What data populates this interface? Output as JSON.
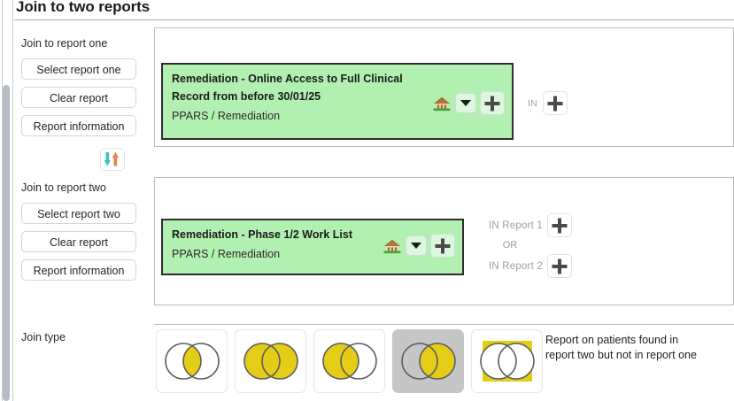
{
  "window": {
    "title": "Join to two reports"
  },
  "sidebar": {
    "group_one": {
      "label": "Join to report one",
      "select_button": "Select report one",
      "clear_button": "Clear report",
      "info_button": "Report information"
    },
    "swap": {
      "icon": "swap-vertical-arrows-icon",
      "down_arrow_color": "#3fc1bf",
      "up_arrow_color": "#ef8043"
    },
    "group_two": {
      "label": "Join to report two",
      "select_button": "Select report two",
      "clear_button": "Clear report",
      "info_button": "Report information"
    },
    "join_type_label": "Join type"
  },
  "report_one": {
    "title_line_1": "Remediation - Online Access to Full Clinical",
    "title_line_2": "Record from before 30/01/25",
    "subtitle": "PPARS / Remediation",
    "background_color": "#b2f0b2",
    "border_color": "#2e2e2e",
    "tools": {
      "source_icon": "hut-icon",
      "dropdown_icon": "chevron-down-icon",
      "add_icon": "plus-icon"
    },
    "connector": {
      "label": "IN",
      "add_icon": "plus-icon"
    }
  },
  "report_two": {
    "title_line_1": "Remediation - Phase 1/2 Work List",
    "subtitle": "PPARS / Remediation",
    "background_color": "#b2f0b2",
    "border_color": "#2e2e2e",
    "tools": {
      "source_icon": "hut-icon",
      "dropdown_icon": "chevron-down-icon",
      "add_icon": "plus-icon"
    },
    "connector": {
      "row_one_label": "IN Report 1",
      "operator_label": "OR",
      "row_two_label": "IN Report 2",
      "add_icon": "plus-icon"
    }
  },
  "join_type": {
    "accent_color": "#e3cd17",
    "selected_background": "#c6c6c6",
    "selected_index": 3,
    "options": [
      {
        "name": "inner-join",
        "icon": "venn-intersection-icon",
        "selected": false
      },
      {
        "name": "full-outer-join",
        "icon": "venn-union-icon",
        "selected": false
      },
      {
        "name": "left-join",
        "icon": "venn-left-circle-icon",
        "selected": false
      },
      {
        "name": "right-join",
        "icon": "venn-right-circle-icon",
        "selected": true
      },
      {
        "name": "anti-join-outside",
        "icon": "venn-outside-icon",
        "selected": false
      }
    ],
    "description_line_1": "Report on patients found in",
    "description_line_2": "report two but not in report one"
  }
}
